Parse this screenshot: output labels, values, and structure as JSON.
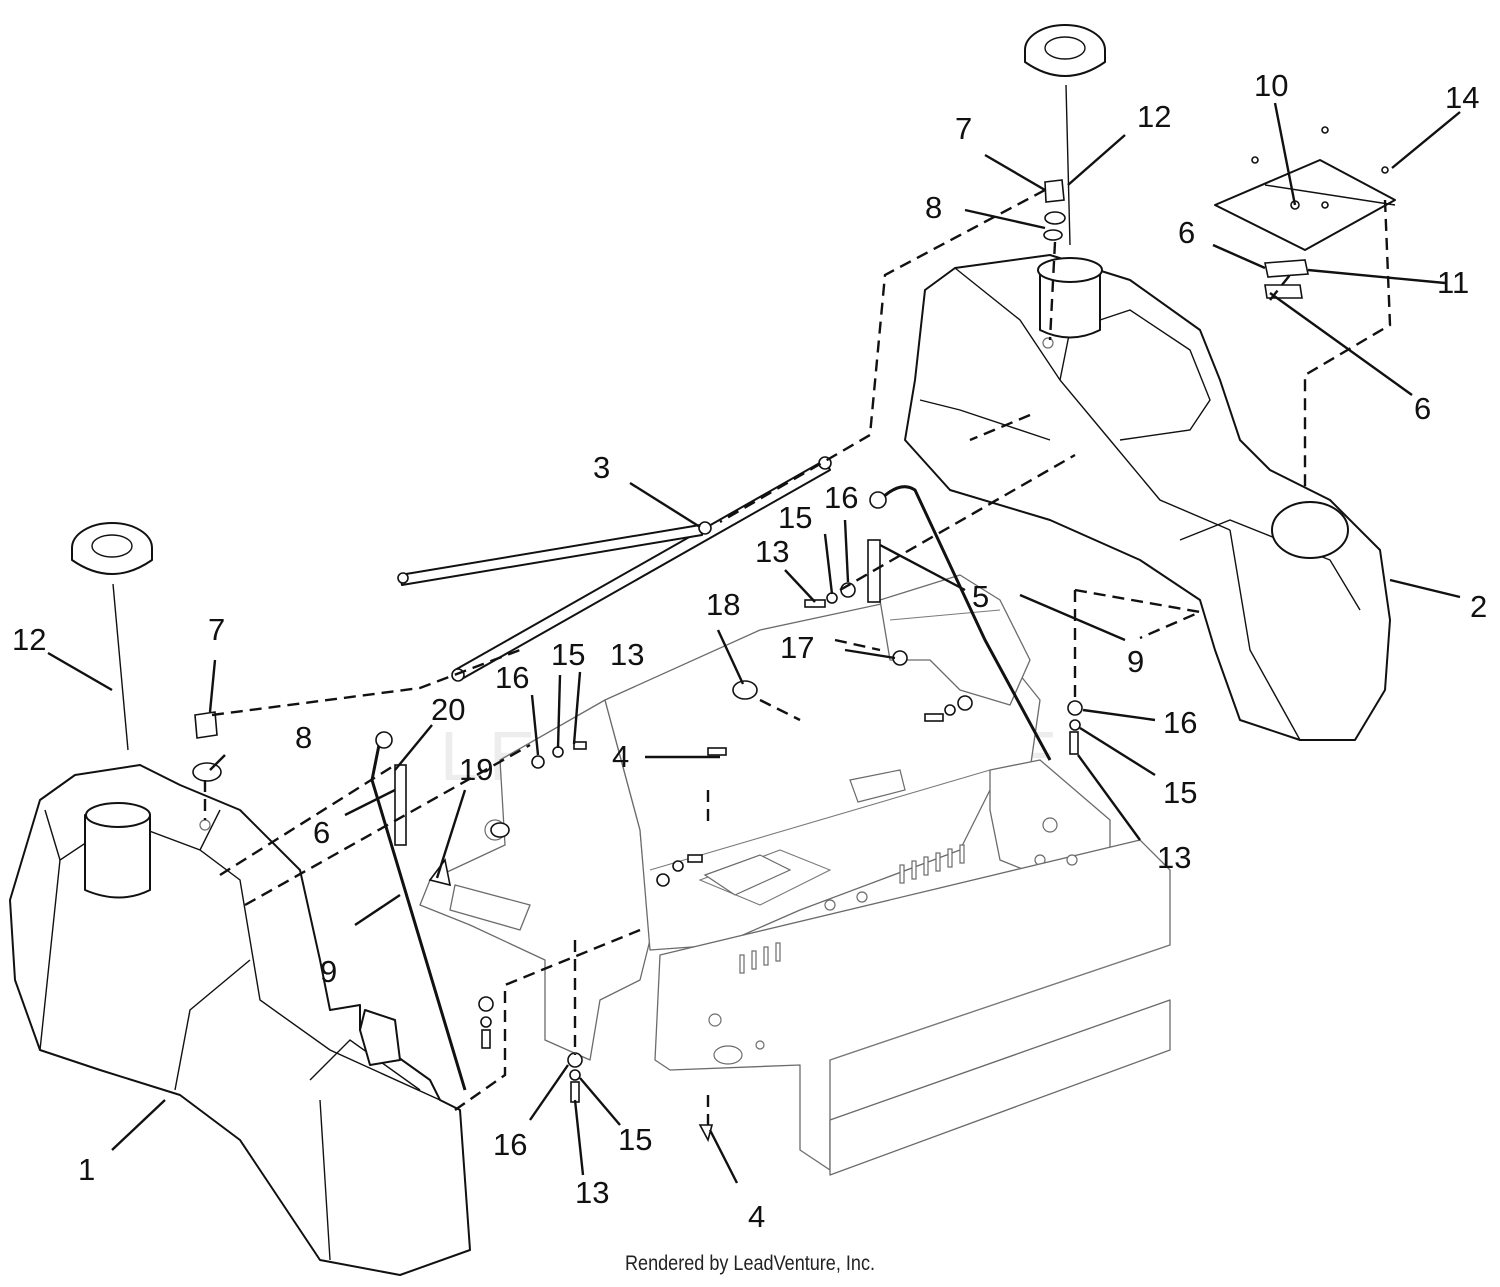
{
  "watermark_text": "LEADVENTURE",
  "credit_text": "Rendered by LeadVenture, Inc.",
  "callouts": [
    {
      "id": "c1",
      "label": "1"
    },
    {
      "id": "c2",
      "label": "2"
    },
    {
      "id": "c3",
      "label": "3"
    },
    {
      "id": "c4a",
      "label": "4"
    },
    {
      "id": "c4b",
      "label": "4"
    },
    {
      "id": "c5",
      "label": "5"
    },
    {
      "id": "c6a",
      "label": "6"
    },
    {
      "id": "c6b",
      "label": "6"
    },
    {
      "id": "c6c",
      "label": "6"
    },
    {
      "id": "c7a",
      "label": "7"
    },
    {
      "id": "c7b",
      "label": "7"
    },
    {
      "id": "c8a",
      "label": "8"
    },
    {
      "id": "c8b",
      "label": "8"
    },
    {
      "id": "c9a",
      "label": "9"
    },
    {
      "id": "c9b",
      "label": "9"
    },
    {
      "id": "c10",
      "label": "10"
    },
    {
      "id": "c11",
      "label": "11"
    },
    {
      "id": "c12a",
      "label": "12"
    },
    {
      "id": "c12b",
      "label": "12"
    },
    {
      "id": "c13a",
      "label": "13"
    },
    {
      "id": "c13b",
      "label": "13"
    },
    {
      "id": "c13c",
      "label": "13"
    },
    {
      "id": "c13d",
      "label": "13"
    },
    {
      "id": "c14",
      "label": "14"
    },
    {
      "id": "c15a",
      "label": "15"
    },
    {
      "id": "c15b",
      "label": "15"
    },
    {
      "id": "c15c",
      "label": "15"
    },
    {
      "id": "c15d",
      "label": "15"
    },
    {
      "id": "c16a",
      "label": "16"
    },
    {
      "id": "c16b",
      "label": "16"
    },
    {
      "id": "c16c",
      "label": "16"
    },
    {
      "id": "c16d",
      "label": "16"
    },
    {
      "id": "c17",
      "label": "17"
    },
    {
      "id": "c18",
      "label": "18"
    },
    {
      "id": "c19",
      "label": "19"
    },
    {
      "id": "c20",
      "label": "20"
    }
  ]
}
